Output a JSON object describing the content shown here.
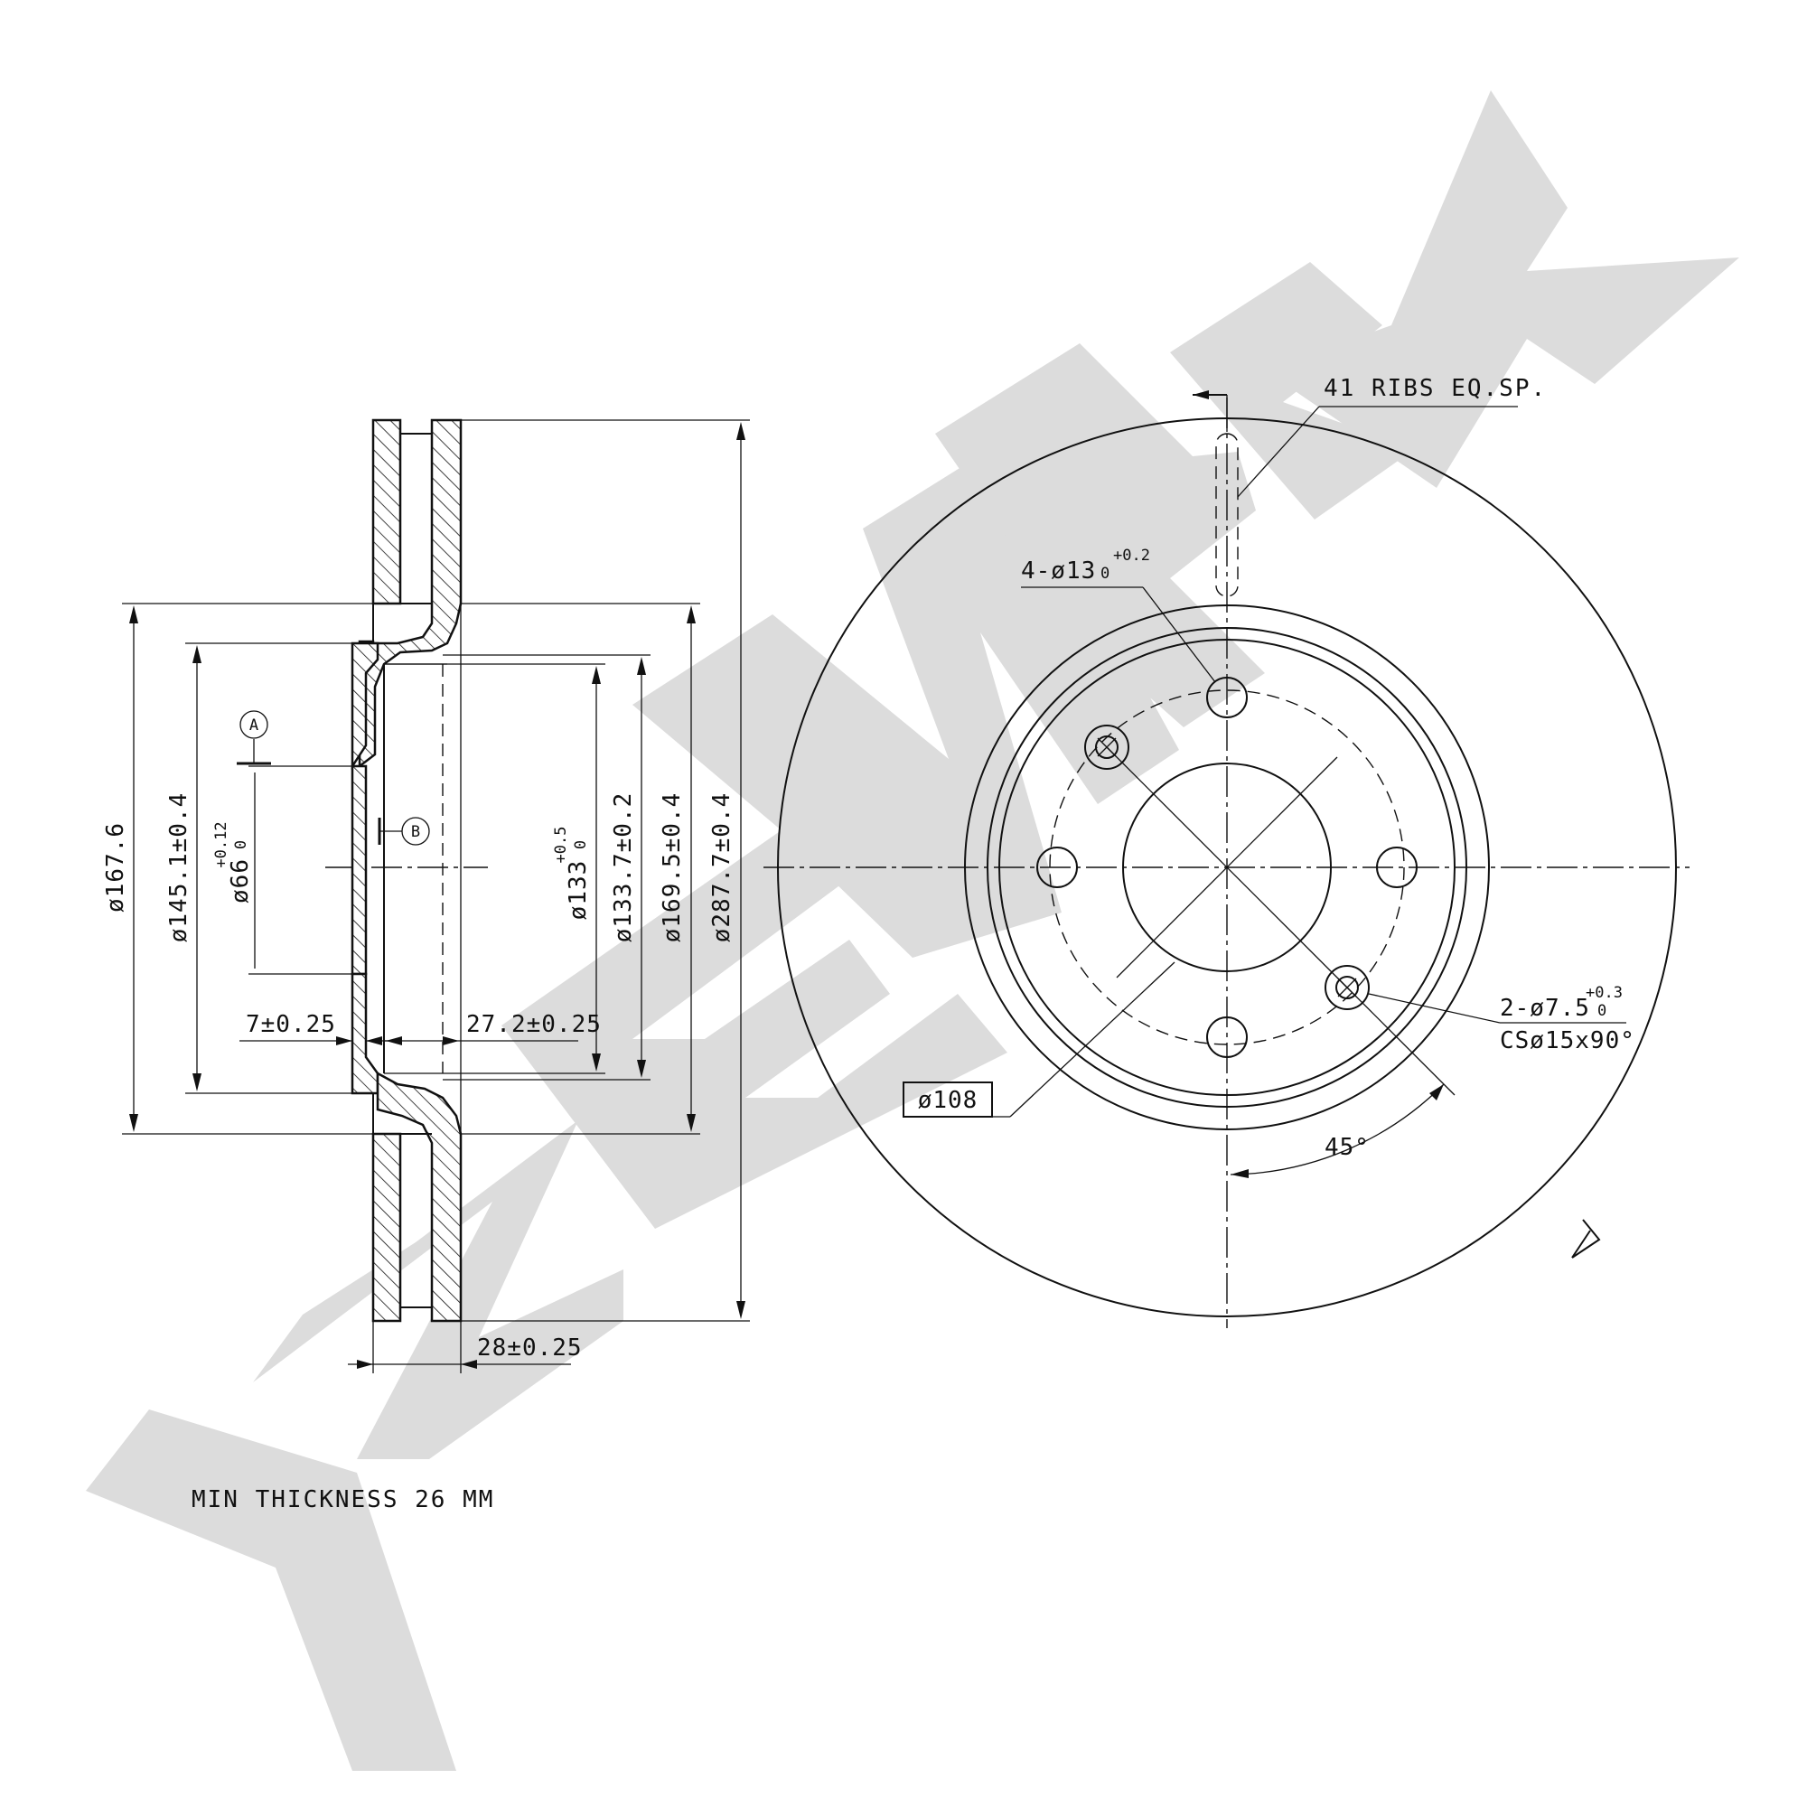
{
  "watermark": {
    "color": "#dcdcdc",
    "letters": [
      "Z",
      "E",
      "M",
      "M",
      "E",
      "K"
    ]
  },
  "section_view": {
    "label_a": "A",
    "label_b": "B",
    "dims": {
      "d167": "ø167.6",
      "d145": "ø145.1±0.4",
      "d66": "ø66",
      "d66_tol_upper": "+0.12",
      "d66_tol_lower": "0",
      "d133": "ø133",
      "d133_tol_upper": "+0.5",
      "d133_tol_lower": "0",
      "d133_7": "ø133.7±0.2",
      "d169": "ø169.5±0.4",
      "d287": "ø287.7±0.4",
      "hat_thick": "7±0.25",
      "hat_depth": "27.2±0.25",
      "disc_thick": "28±0.25"
    }
  },
  "front_view": {
    "ribs": "41 RIBS EQ.SP.",
    "holes": "4-ø13",
    "holes_tol_upper": "+0.2",
    "holes_tol_lower": "0",
    "pcd": "ø108",
    "screw_line1": "2-ø7.5",
    "screw_tol_upper": "+0.3",
    "screw_tol_lower": "0",
    "screw_line2": "CSø15x90°",
    "angle": "45°"
  },
  "notes": {
    "min_thickness": "MIN THICKNESS 26 MM"
  }
}
